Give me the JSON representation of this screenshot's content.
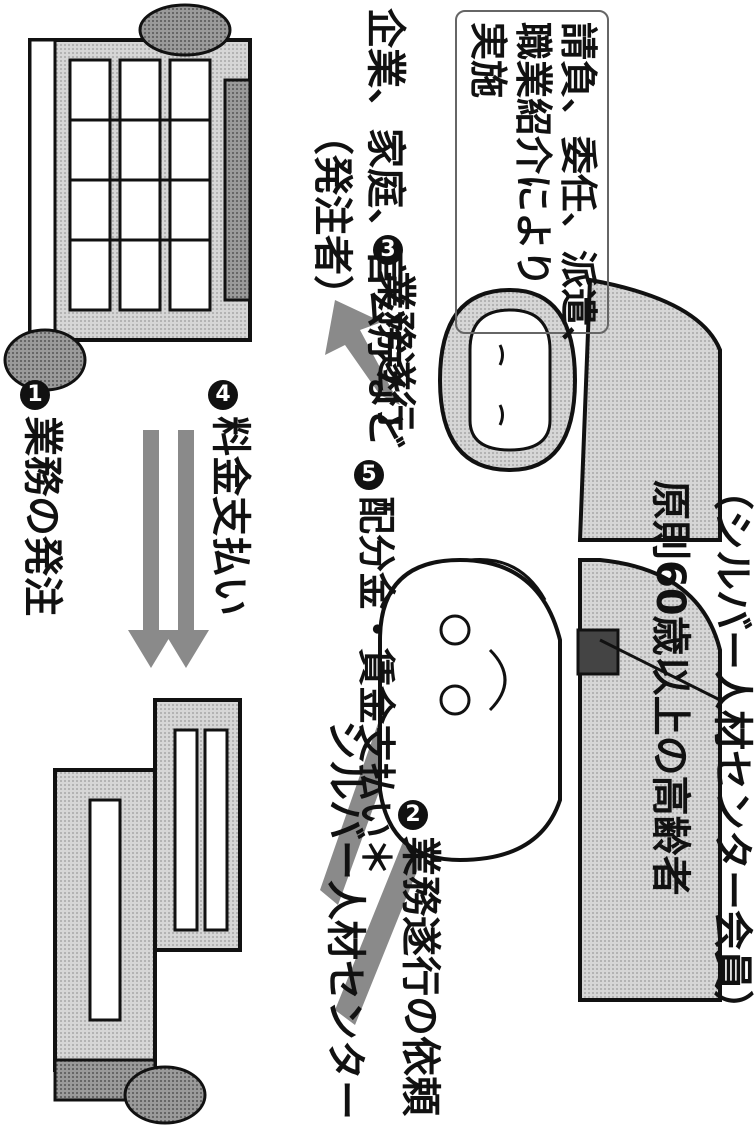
{
  "labels": {
    "silver_center": "シルバー人材センター",
    "client": "企業、家庭、官公庁など",
    "client_sub": "（発注者）",
    "members": "原則60歳以上の高齢者",
    "members_sub": "（シルバー人材センター会員）"
  },
  "steps": [
    {
      "num": "1",
      "text": "業務の発注"
    },
    {
      "num": "2",
      "text": "業務遂行の依頼"
    },
    {
      "num": "3",
      "text": "業務遂行"
    },
    {
      "num": "4",
      "text": "料金支払い"
    },
    {
      "num": "5",
      "text": "配分金・賃金支払い＊"
    }
  ],
  "step3_detail": [
    "請負、委任、派遣、",
    "職業紹介により",
    "実施"
  ],
  "colors": {
    "arrow": "#8a8a8a",
    "ink": "#111111",
    "building": "#b8b8b8"
  }
}
